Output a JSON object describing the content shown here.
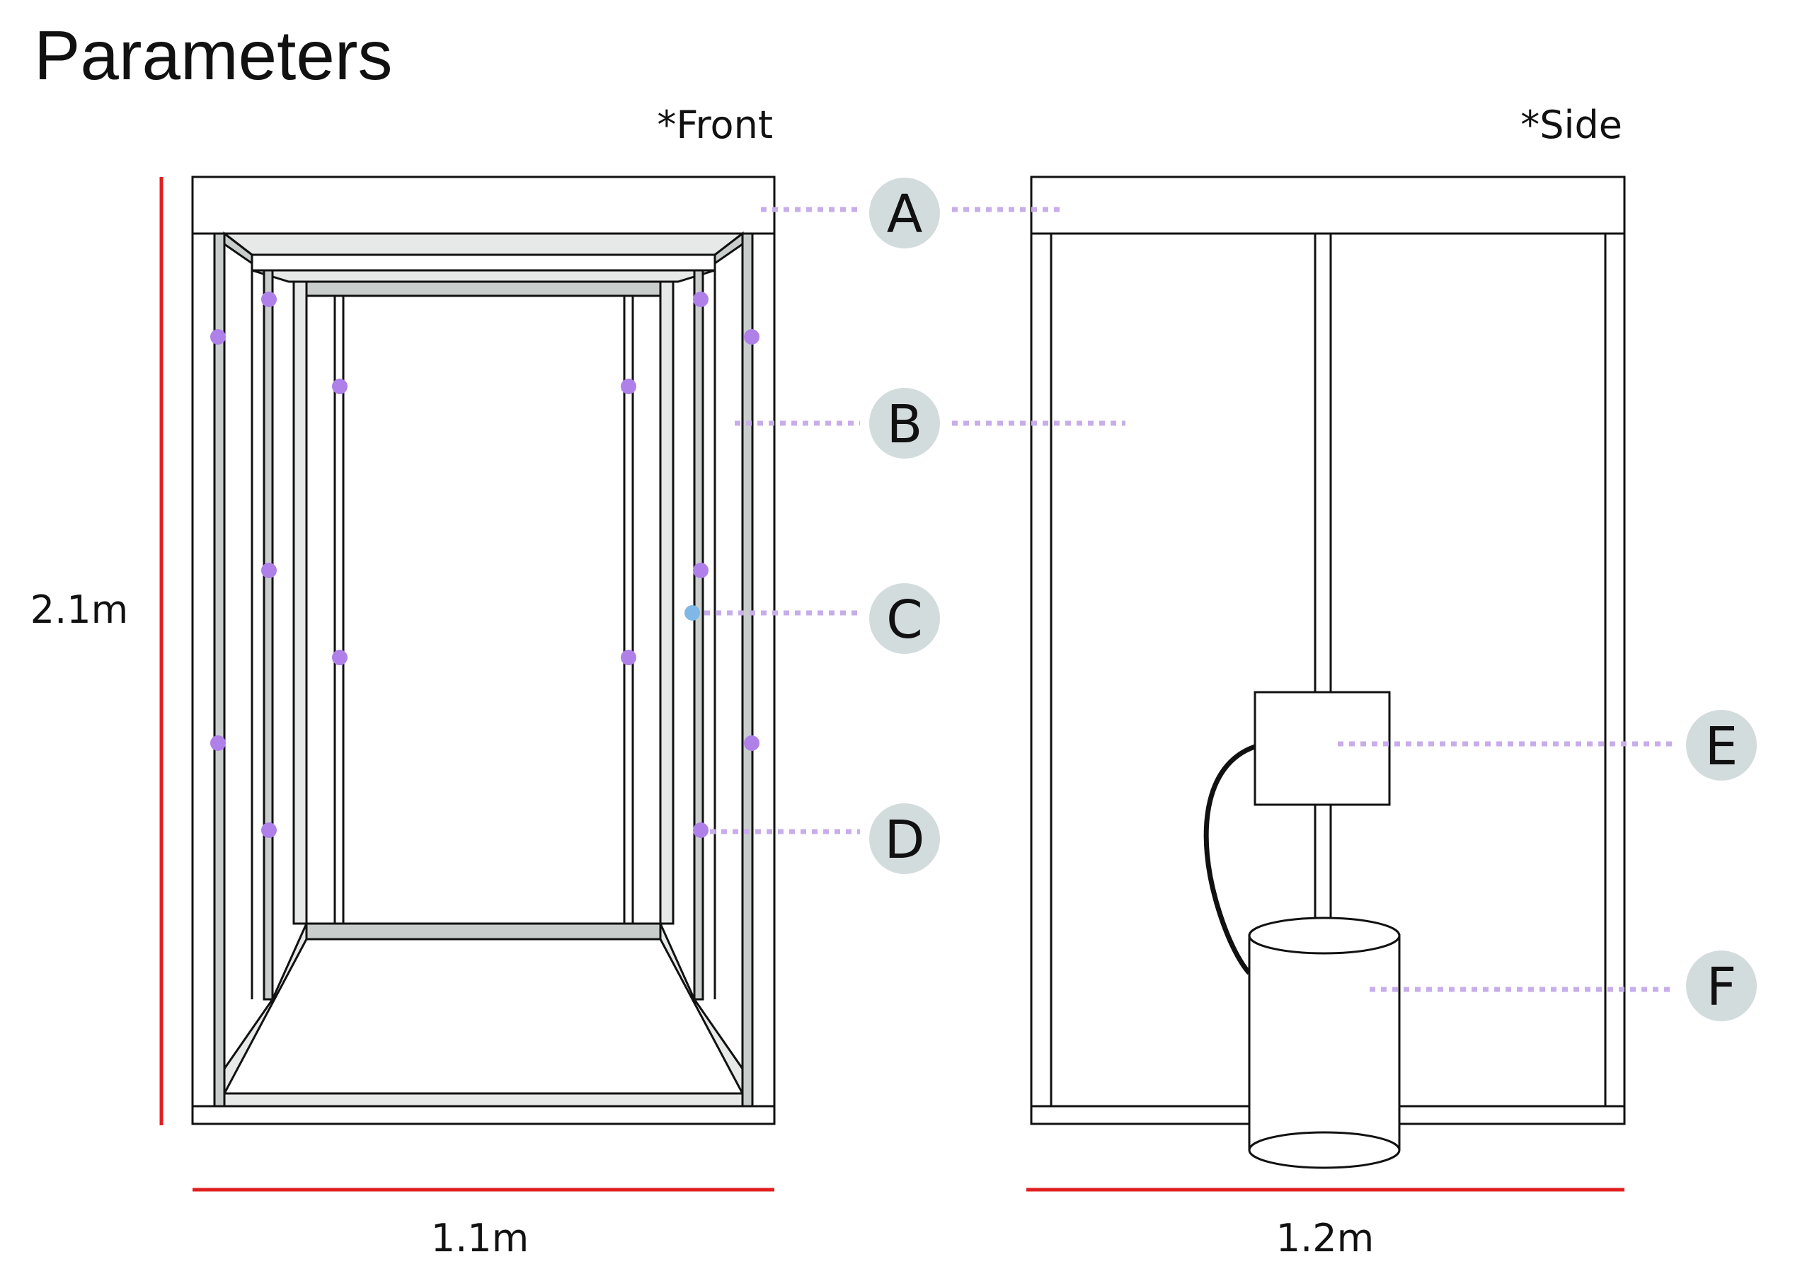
{
  "title": "Parameters",
  "views": {
    "front": {
      "caption": "*Front",
      "width_label": "1.1m",
      "height_label": "2.1m"
    },
    "side": {
      "caption": "*Side",
      "width_label": "1.2m"
    }
  },
  "callouts": {
    "a": "A",
    "b": "B",
    "c": "C",
    "d": "D",
    "e": "E",
    "f": "F"
  },
  "colors": {
    "dimension": "#e02020",
    "marker": "#ae80e8",
    "marker_alt": "#7fb7e6",
    "leader": "#c7aeea",
    "callout_circle": "#d3dcdd",
    "frame_fill": "#c9cecc"
  }
}
